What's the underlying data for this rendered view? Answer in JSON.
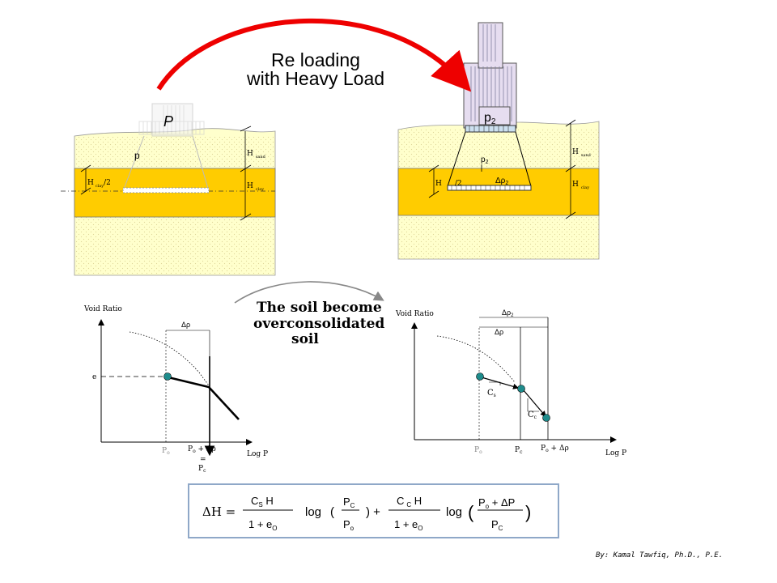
{
  "headings": {
    "reloading_line1": "Re loading",
    "reloading_line2": "with Heavy Load",
    "overconsolidated_line1": "The soil become",
    "overconsolidated_line2": "overconsolidated",
    "overconsolidated_line3": "soil"
  },
  "left_section": {
    "load_label": "P",
    "stress_label": "p",
    "h_sand_main": "H",
    "h_sand_sub": "sand",
    "h_clay_main": "H",
    "h_clay_sub": "clay",
    "hclay_half_main": "H",
    "hclay_half_sub": "clay",
    "hclay_half_tail": "/2"
  },
  "right_section": {
    "load_label": "p",
    "load_sub": "2",
    "stress_label": "p",
    "stress_sub": "2",
    "delta_label": "Δρ",
    "delta_sub": "2",
    "h_sand_main": "H",
    "h_sand_sub": "sand",
    "h_clay_main": "H",
    "h_clay_sub": "clay",
    "hclay_half_main": "H",
    "hclay_half_tail": "/2"
  },
  "left_graph": {
    "y_axis_label": "Void Ratio",
    "x_axis_label": "Log P",
    "delta_p": "Δρ",
    "e0": "e",
    "p0": "P",
    "p0_sub": "o",
    "p0_plus": "P",
    "p0_plus_sub": "o",
    "p0_plus_tail": " + Δρ",
    "equals": "=",
    "pc": "P",
    "pc_sub": "c"
  },
  "right_graph": {
    "y_axis_label": "Void Ratio",
    "x_axis_label": "Log P",
    "delta_p2": "Δρ",
    "delta_p2_sub": "2",
    "delta_p": "Δρ",
    "cs": "C",
    "cs_sub": "s",
    "cc": "C",
    "cc_sub": "c",
    "p0": "P",
    "p0_sub": "o",
    "pc": "P",
    "pc_sub": "c",
    "p0_plus": "P",
    "p0_plus_sub": "o",
    "p0_plus_tail": " + Δρ"
  },
  "formula": {
    "lhs": "ΔH =",
    "t1_num": "C",
    "t1_num_sub": "S",
    "t1_num_tail": " H",
    "t1_den": "1 + e",
    "t1_den_sub": "O",
    "log1": "log",
    "paren_open": "(",
    "f1_num": "P",
    "f1_num_sub": "C",
    "f1_den": "P",
    "f1_den_sub": "o",
    "paren_close_plus": ") +",
    "t2_num": "C",
    "t2_num_sub": "C",
    "t2_num_tail": " H",
    "t2_den": "1 + e",
    "t2_den_sub": "O",
    "log2": "log",
    "big_open": "(",
    "f2_num": "P",
    "f2_num_sub": "o",
    "f2_num_tail": " + ΔP",
    "f2_den": "P",
    "f2_den_sub": "C",
    "big_close": ")"
  },
  "credit": "By: Kamal Tawfiq, Ph.D., P.E.",
  "colors": {
    "sand": "#FFFFCC",
    "clay": "#FFCC00",
    "arrow_red": "#EE0000",
    "building": "#E6DDF0",
    "point": "#1E8C8C",
    "formula_border": "#8FA8C8"
  }
}
